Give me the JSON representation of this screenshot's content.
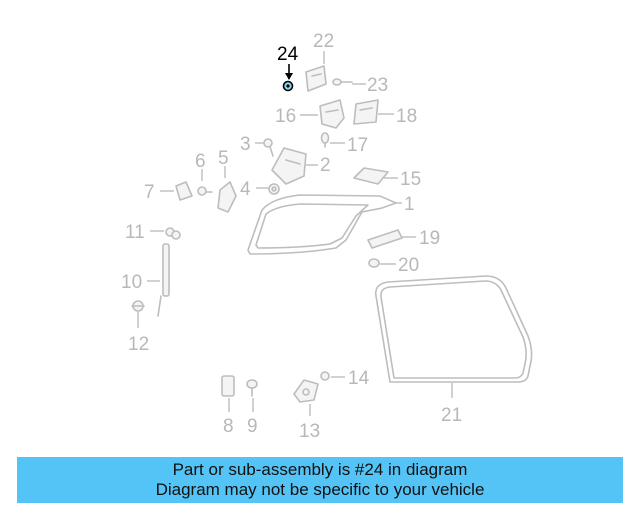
{
  "diagram": {
    "callouts": {
      "c1": "1",
      "c2": "2",
      "c3": "3",
      "c4": "4",
      "c5": "5",
      "c6": "6",
      "c7": "7",
      "c8": "8",
      "c9": "9",
      "c10": "10",
      "c11": "11",
      "c12": "12",
      "c13": "13",
      "c14": "14",
      "c15": "15",
      "c16": "16",
      "c17": "17",
      "c18": "18",
      "c19": "19",
      "c20": "20",
      "c21": "21",
      "c22": "22",
      "c23": "23",
      "c24": "24"
    },
    "highlighted_part": "24",
    "colors": {
      "part_line": "#bdbdbd",
      "highlight": "#000000",
      "banner": "#54c4f7"
    }
  },
  "banner": {
    "line1": "Part or sub-assembly is #24 in diagram",
    "line2": "Diagram may not be specific to your vehicle"
  }
}
